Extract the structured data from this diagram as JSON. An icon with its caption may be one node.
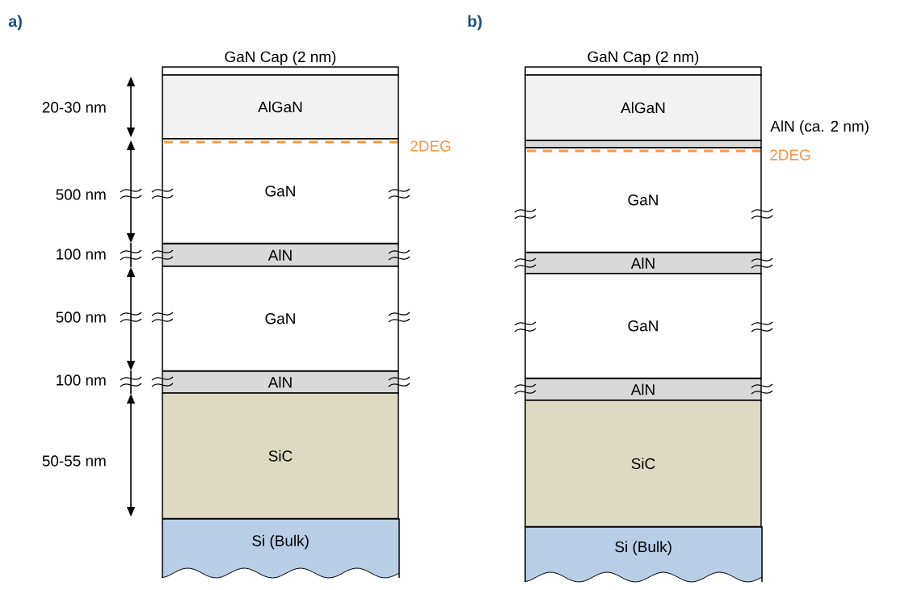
{
  "diagram": {
    "nodes": [
      {
        "text": [
          "GaN Cap (2 nm)"
        ]
      },
      {
        "text": [
          "AlGaN"
        ]
      },
      {
        "text": [
          "GaN"
        ]
      },
      {
        "text": [
          "AlN"
        ]
      },
      {
        "text": [
          "GaN"
        ]
      },
      {
        "text": [
          "AlN"
        ]
      },
      {
        "text": [
          "SiC"
        ]
      },
      {
        "text": [
          "Si (Bulk)"
        ]
      },
      {
        "text": [
          "GaN Cap (2 nm)"
        ]
      },
      {
        "text": [
          "AlGaN"
        ]
      },
      {
        "text": [],
        "shape": "bar",
        "beside": [
          "AlN (ca. 2 nm)"
        ]
      },
      {
        "text": [
          "GaN"
        ]
      },
      {
        "text": [
          "AlN"
        ]
      },
      {
        "text": [
          "GaN"
        ]
      },
      {
        "text": [
          "AlN"
        ]
      },
      {
        "text": [
          "SiC"
        ]
      },
      {
        "text": [
          "Si (Bulk)"
        ]
      }
    ],
    "labels": [
      "a)",
      "b)",
      "20-30 nm",
      "2DEG",
      "500 nm",
      "100 nm",
      "500 nm",
      "100 nm",
      "50-55 nm",
      "2DEG"
    ]
  }
}
